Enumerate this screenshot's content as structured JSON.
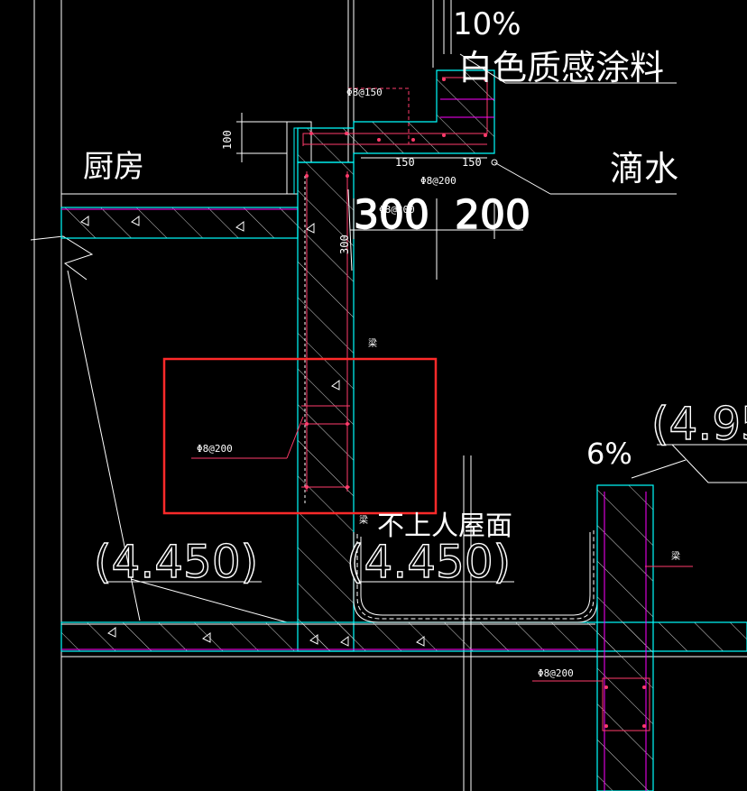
{
  "labels": {
    "room_kitchen": "厨房",
    "finish_coating": "白色质感涂料",
    "drip": "滴水",
    "percent_top": "10%",
    "dim_100": "100",
    "rebar_150": "Φ8@150",
    "dim_150_a": "150",
    "dim_150_b": "150",
    "rebar_200_a": "Φ8@200",
    "rebar_200_b": "Φ8@200",
    "dim_300_big": "300",
    "dim_200_big": "200",
    "dim_300_small": "300",
    "rebar_200_box": "Φ8@200",
    "roof_label": "不上人屋面",
    "elev_left": "(4.450)",
    "elev_mid": "(4.450)",
    "elev_right": "(4.95",
    "slope_6": "6%",
    "rebar_200_right": "Φ8@200",
    "tag_a": "梁",
    "tag_b": "梁",
    "tag_c": "梁"
  },
  "colors": {
    "background": "#000000",
    "outline": "#ffffff",
    "concrete": "#00ffff",
    "rebar": "#ff3b6b",
    "membrane": "#ff00ff",
    "highlight": "#ff2a2a",
    "hatch": "#cfcfcf"
  }
}
